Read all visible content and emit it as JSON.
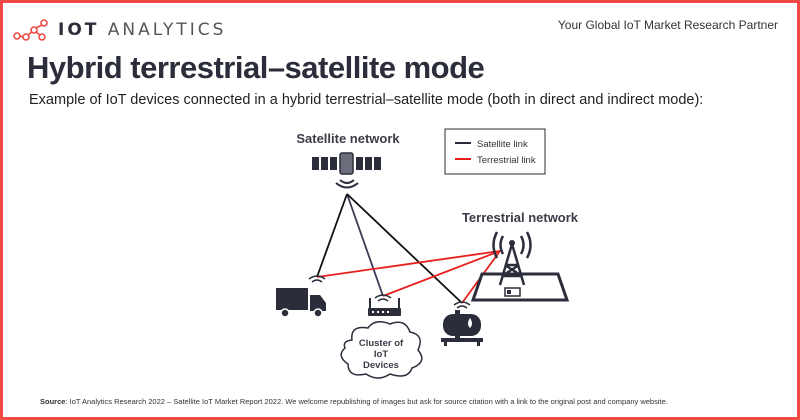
{
  "header": {
    "logo_bold": "IOT",
    "logo_rest": " ANALYTICS",
    "tagline": "Your Global IoT Market Research Partner"
  },
  "title": "Hybrid terrestrial–satellite mode",
  "subtitle": "Example of IoT devices connected in a hybrid terrestrial–satellite mode (both in direct and indirect mode):",
  "diagram": {
    "satellite_label": "Satellite network",
    "terrestrial_label": "Terrestrial network",
    "legend": [
      {
        "label": "Satellite link",
        "color": "#2b2d3a"
      },
      {
        "label": "Terrestrial link",
        "color": "#e8201d"
      }
    ],
    "cloud_lines": [
      "Cluster of",
      "IoT",
      "Devices"
    ]
  },
  "footer": {
    "source_label": "Source",
    "source_text": ": IoT Analytics Research 2022 – Satellite IoT Market Report 2022. We welcome republishing of images but ask for source citation with a link to the original post and company website."
  },
  "colors": {
    "accent": "#ef4a43",
    "dark": "#2b2d3a",
    "terrestrial": "#e8201d"
  }
}
